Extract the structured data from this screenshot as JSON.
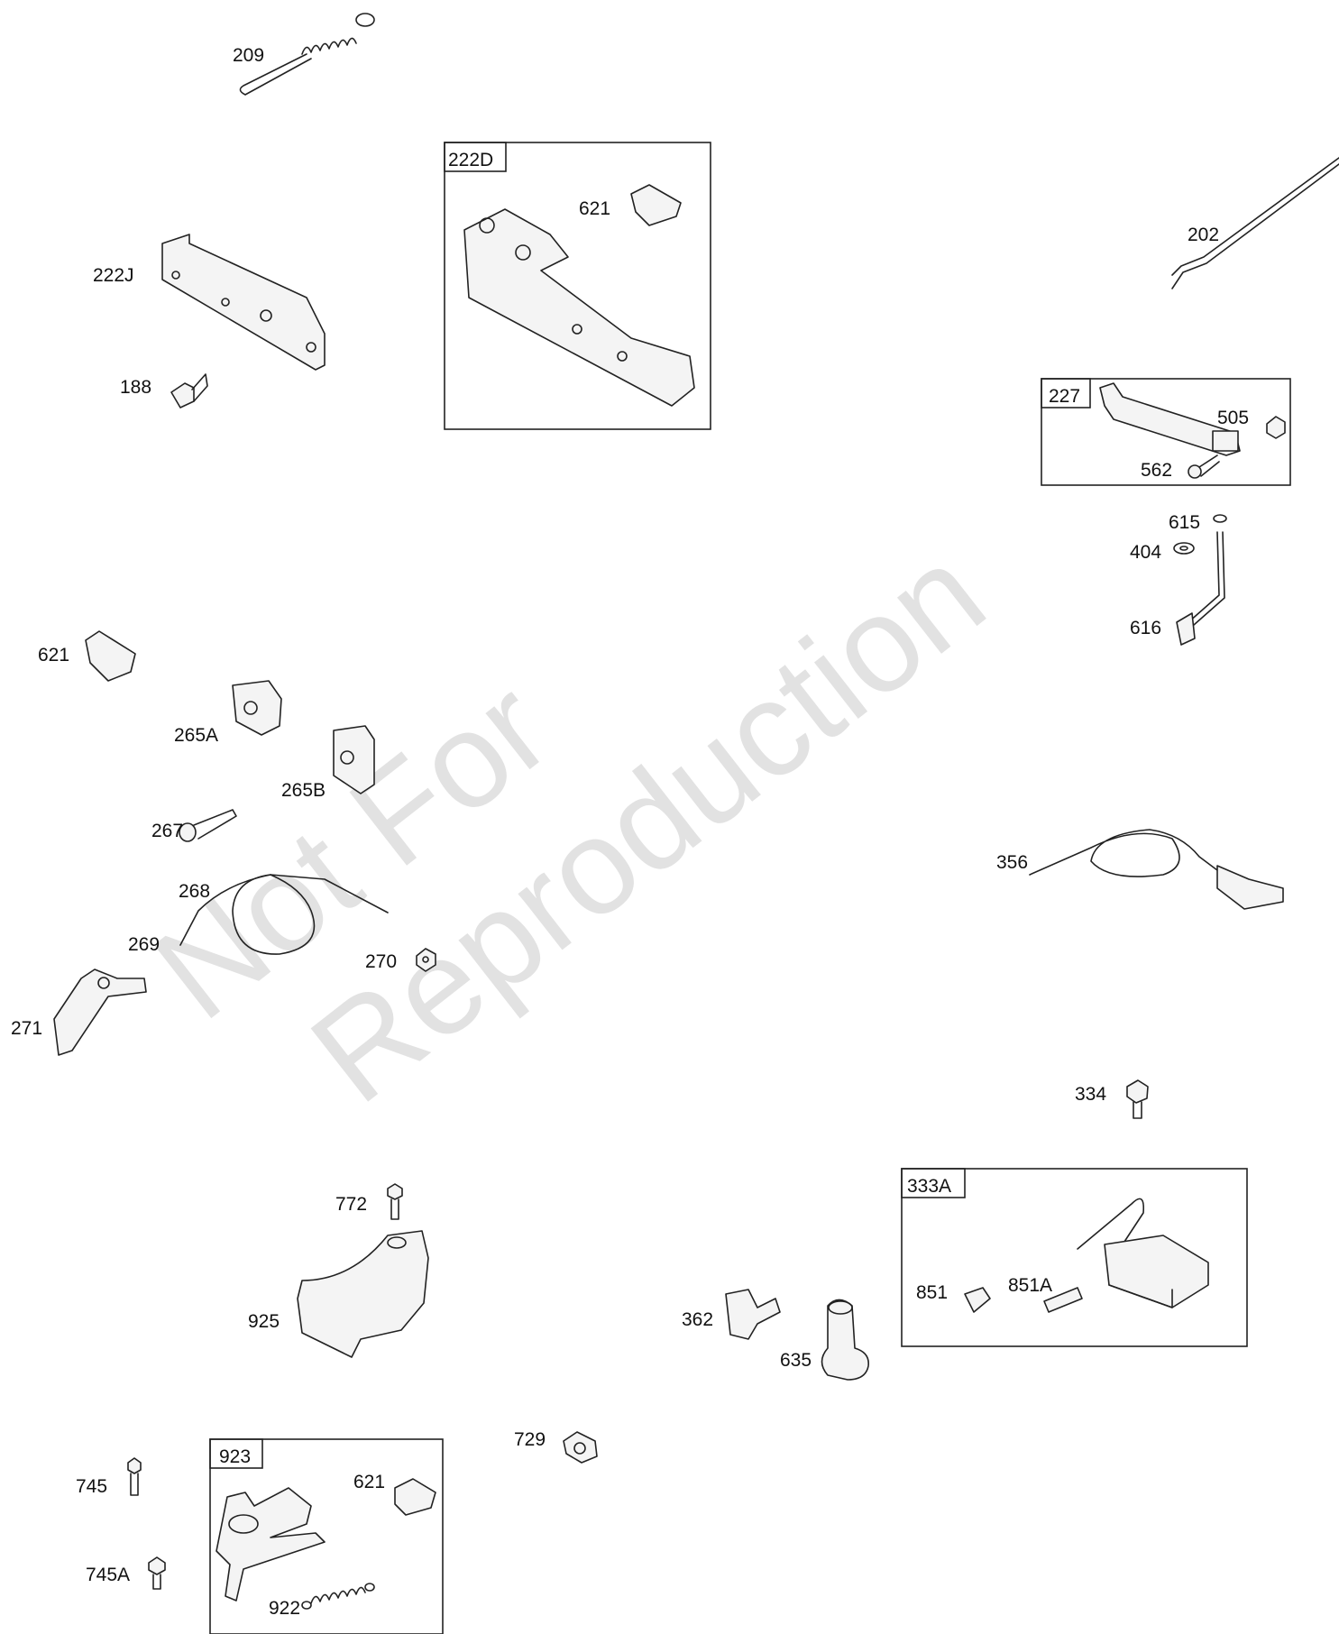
{
  "watermark": {
    "line1": "Not For",
    "line2": "Reproduction"
  },
  "groups": [
    {
      "id": "222D",
      "label": "222D",
      "parts": [
        "621"
      ]
    },
    {
      "id": "227",
      "label": "227",
      "parts": [
        "505",
        "562"
      ]
    },
    {
      "id": "333A",
      "label": "333A",
      "parts": [
        "851",
        "851A"
      ]
    },
    {
      "id": "923",
      "label": "923",
      "parts": [
        "621",
        "922"
      ]
    }
  ],
  "labels": {
    "p209": "209",
    "p222d": "222D",
    "p621_top": "621",
    "p202": "202",
    "p222j": "222J",
    "p188": "188",
    "p227": "227",
    "p505": "505",
    "p562": "562",
    "p615": "615",
    "p404": "404",
    "p616": "616",
    "p621_left": "621",
    "p265a": "265A",
    "p265b": "265B",
    "p267": "267",
    "p268": "268",
    "p269": "269",
    "p270": "270",
    "p271": "271",
    "p356": "356",
    "p334": "334",
    "p333a": "333A",
    "p851": "851",
    "p851a": "851A",
    "p772": "772",
    "p925": "925",
    "p362": "362",
    "p635": "635",
    "p729": "729",
    "p745": "745",
    "p745a": "745A",
    "p923": "923",
    "p621_bottom": "621",
    "p922": "922"
  }
}
